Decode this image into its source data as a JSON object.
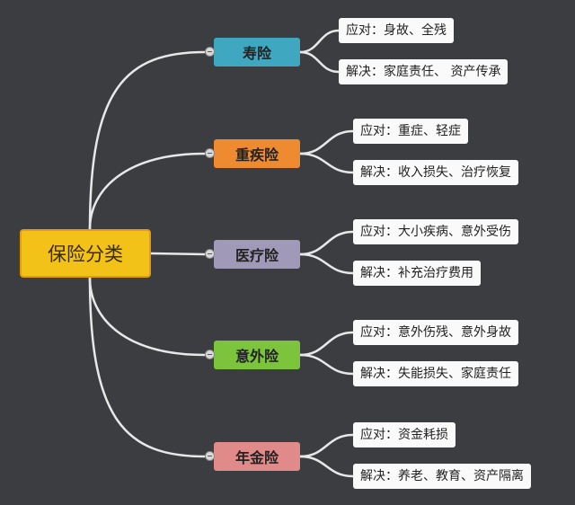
{
  "root": {
    "label": "保险分类",
    "color": "#f3c218"
  },
  "branches": [
    {
      "label": "寿险",
      "color": "#3fa8c0",
      "leaves": [
        {
          "label": "应对：身故、全残"
        },
        {
          "label": "解决：家庭责任、 资产传承"
        }
      ]
    },
    {
      "label": "重疾险",
      "color": "#ee8a30",
      "leaves": [
        {
          "label": "应对：重症、轻症"
        },
        {
          "label": "解决：收入损失、治疗恢复"
        }
      ]
    },
    {
      "label": "医疗险",
      "color": "#a09ab8",
      "leaves": [
        {
          "label": "应对：大小疾病、意外受伤"
        },
        {
          "label": "解决：补充治疗费用"
        }
      ]
    },
    {
      "label": "意外险",
      "color": "#7cc43c",
      "leaves": [
        {
          "label": "应对：意外伤残、意外身故"
        },
        {
          "label": "解决：失能损失、家庭责任"
        }
      ]
    },
    {
      "label": "年金险",
      "color": "#e08a8a",
      "leaves": [
        {
          "label": "应对：资金耗损"
        },
        {
          "label": "解决：养老、教育、资产隔离"
        }
      ]
    }
  ]
}
